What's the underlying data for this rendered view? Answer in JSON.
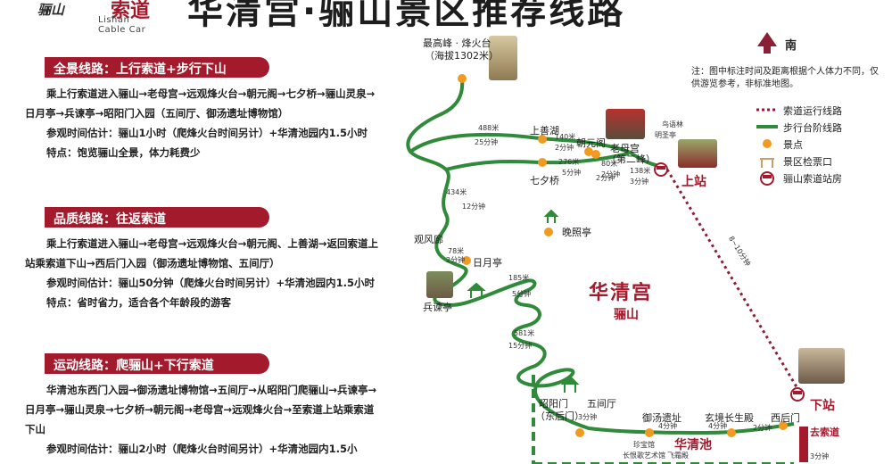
{
  "header": {
    "logo_script": "骊山",
    "logo_cn": "索道",
    "logo_en": "Lishan Cable Car",
    "title": "华清宫·骊山景区推荐线路"
  },
  "routes": [
    {
      "title": "全景线路：上行索道+步行下山",
      "lines": [
        "乘上行索道进入骊山→老母宫→远观烽火台→朝元阁→七夕桥→骊山灵泉→日月亭→兵谏亭→昭阳门入园（五间厅、御汤遗址博物馆）",
        "参观时间估计：骊山1小时（爬烽火台时间另计）+华清池园内1.5小时",
        "特点：饱览骊山全景，体力耗费少"
      ]
    },
    {
      "title": "品质线路：往返索道",
      "lines": [
        "乘上行索道进入骊山→老母宫→远观烽火台→朝元阁、上善湖→返回索道上站乘索道下山→西后门入园（御汤遗址博物馆、五间厅）",
        "参观时间估计：骊山50分钟（爬烽火台时间另计）+华清池园内1.5小时",
        "特点：省时省力，适合各个年龄段的游客"
      ]
    },
    {
      "title": "运动线路：爬骊山+下行索道",
      "lines": [
        "华清池东西门入园→御汤遗址博物馆→五间厅→从昭阳门爬骊山→兵谏亭→日月亭→骊山灵泉→七夕桥→朝元阁→老母宫→远观烽火台→至索道上站乘索道下山",
        "参观时间估计：骊山2小时（爬烽火台时间另计）+华清池园内1.5小"
      ]
    }
  ],
  "legend": {
    "north": "南",
    "note": "注：图中标注时间及距离根据个人体力不同，仅供游览参考，非标准地图。",
    "cable": "索道运行线路",
    "steps": "步行台阶线路",
    "spot": "景点",
    "gate": "景区检票口",
    "station": "骊山索道站房",
    "colors": {
      "cable": "#8a1f35",
      "steps": "#2f8a3a",
      "spot": "#f29a1f",
      "accent": "#a31a2c"
    }
  },
  "map": {
    "peak": "最高峰 · 烽火台",
    "peak_alt": "（海拔1302米）",
    "shangshanhu": "上善湖",
    "chaoyuange": "朝元阁",
    "laomugong": "老母宫",
    "laomugong_sub": "（第二峰）",
    "niaoyulin": "鸟语林",
    "mingxiuqi": "明圣亭",
    "qixiqiao": "七夕桥",
    "shangzhan": "上站",
    "xiazhan": "下站",
    "wanzhaoting": "晚照亭",
    "guanfenglang": "观风廊",
    "riyueting": "日月亭",
    "bingjianting": "兵谏亭",
    "huaqinggong": "华清宫",
    "lishan": "骊山",
    "zhaoyangmen": "昭阳门",
    "zhaoyangmen_sub": "（东后门）",
    "wujianting": "五间厅",
    "yutangyizhi": "御汤遗址",
    "xuanzhang": "玄境长生殿",
    "xihoumen": "西后门",
    "huaqingchi": "华清池",
    "zhenbaoguan": "珍宝馆",
    "changhenge": "长恨歌艺术馆",
    "feishuang": "飞霜殿",
    "qu_suodao": "去索道",
    "qu_time": "3分钟",
    "seg_488": "488米",
    "seg_25": "25分钟",
    "seg_140": "140米",
    "seg_2a": "2分钟",
    "seg_80": "80米",
    "seg_2b": "2分钟",
    "seg_138": "138米",
    "seg_3a": "3分钟",
    "seg_276": "276米",
    "seg_5a": "5分钟",
    "seg_2c": "2分钟",
    "seg_434": "434米",
    "seg_12": "12分钟",
    "seg_78": "78米",
    "seg_2d": "2分钟",
    "seg_185": "185米",
    "seg_5b": "5分钟",
    "seg_581": "581米",
    "seg_15": "15分钟",
    "seg_3b": "3分钟",
    "seg_4a": "4分钟",
    "seg_4b": "4分钟",
    "seg_2e": "2分钟",
    "cable_time": "8~10分钟"
  }
}
